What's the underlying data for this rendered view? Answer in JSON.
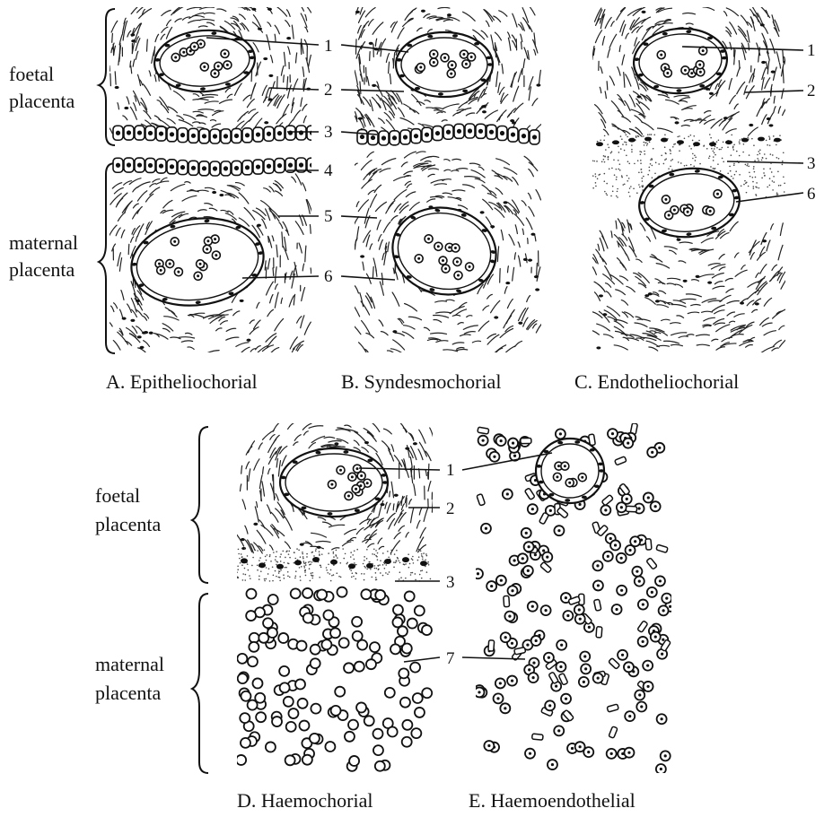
{
  "top_row": {
    "side_labels": {
      "foetal": [
        "foetal",
        "placenta"
      ],
      "maternal": [
        "maternal",
        "placenta"
      ]
    },
    "panels": [
      {
        "caption": "A. Epitheliochorial",
        "numbers": [
          "1",
          "2",
          "3",
          "4",
          "5",
          "6"
        ]
      },
      {
        "caption": "B. Syndesmochorial"
      },
      {
        "caption": "C. Endotheliochorial",
        "numbers": [
          "1",
          "2",
          "3",
          "6"
        ]
      }
    ]
  },
  "bottom_row": {
    "side_labels": {
      "foetal": [
        "foetal",
        "placenta"
      ],
      "maternal": [
        "maternal",
        "placenta"
      ]
    },
    "panels": [
      {
        "caption": "D. Haemochorial",
        "numbers": [
          "1",
          "2",
          "3",
          "7"
        ]
      },
      {
        "caption": "E. Haemoendothelial"
      }
    ]
  }
}
